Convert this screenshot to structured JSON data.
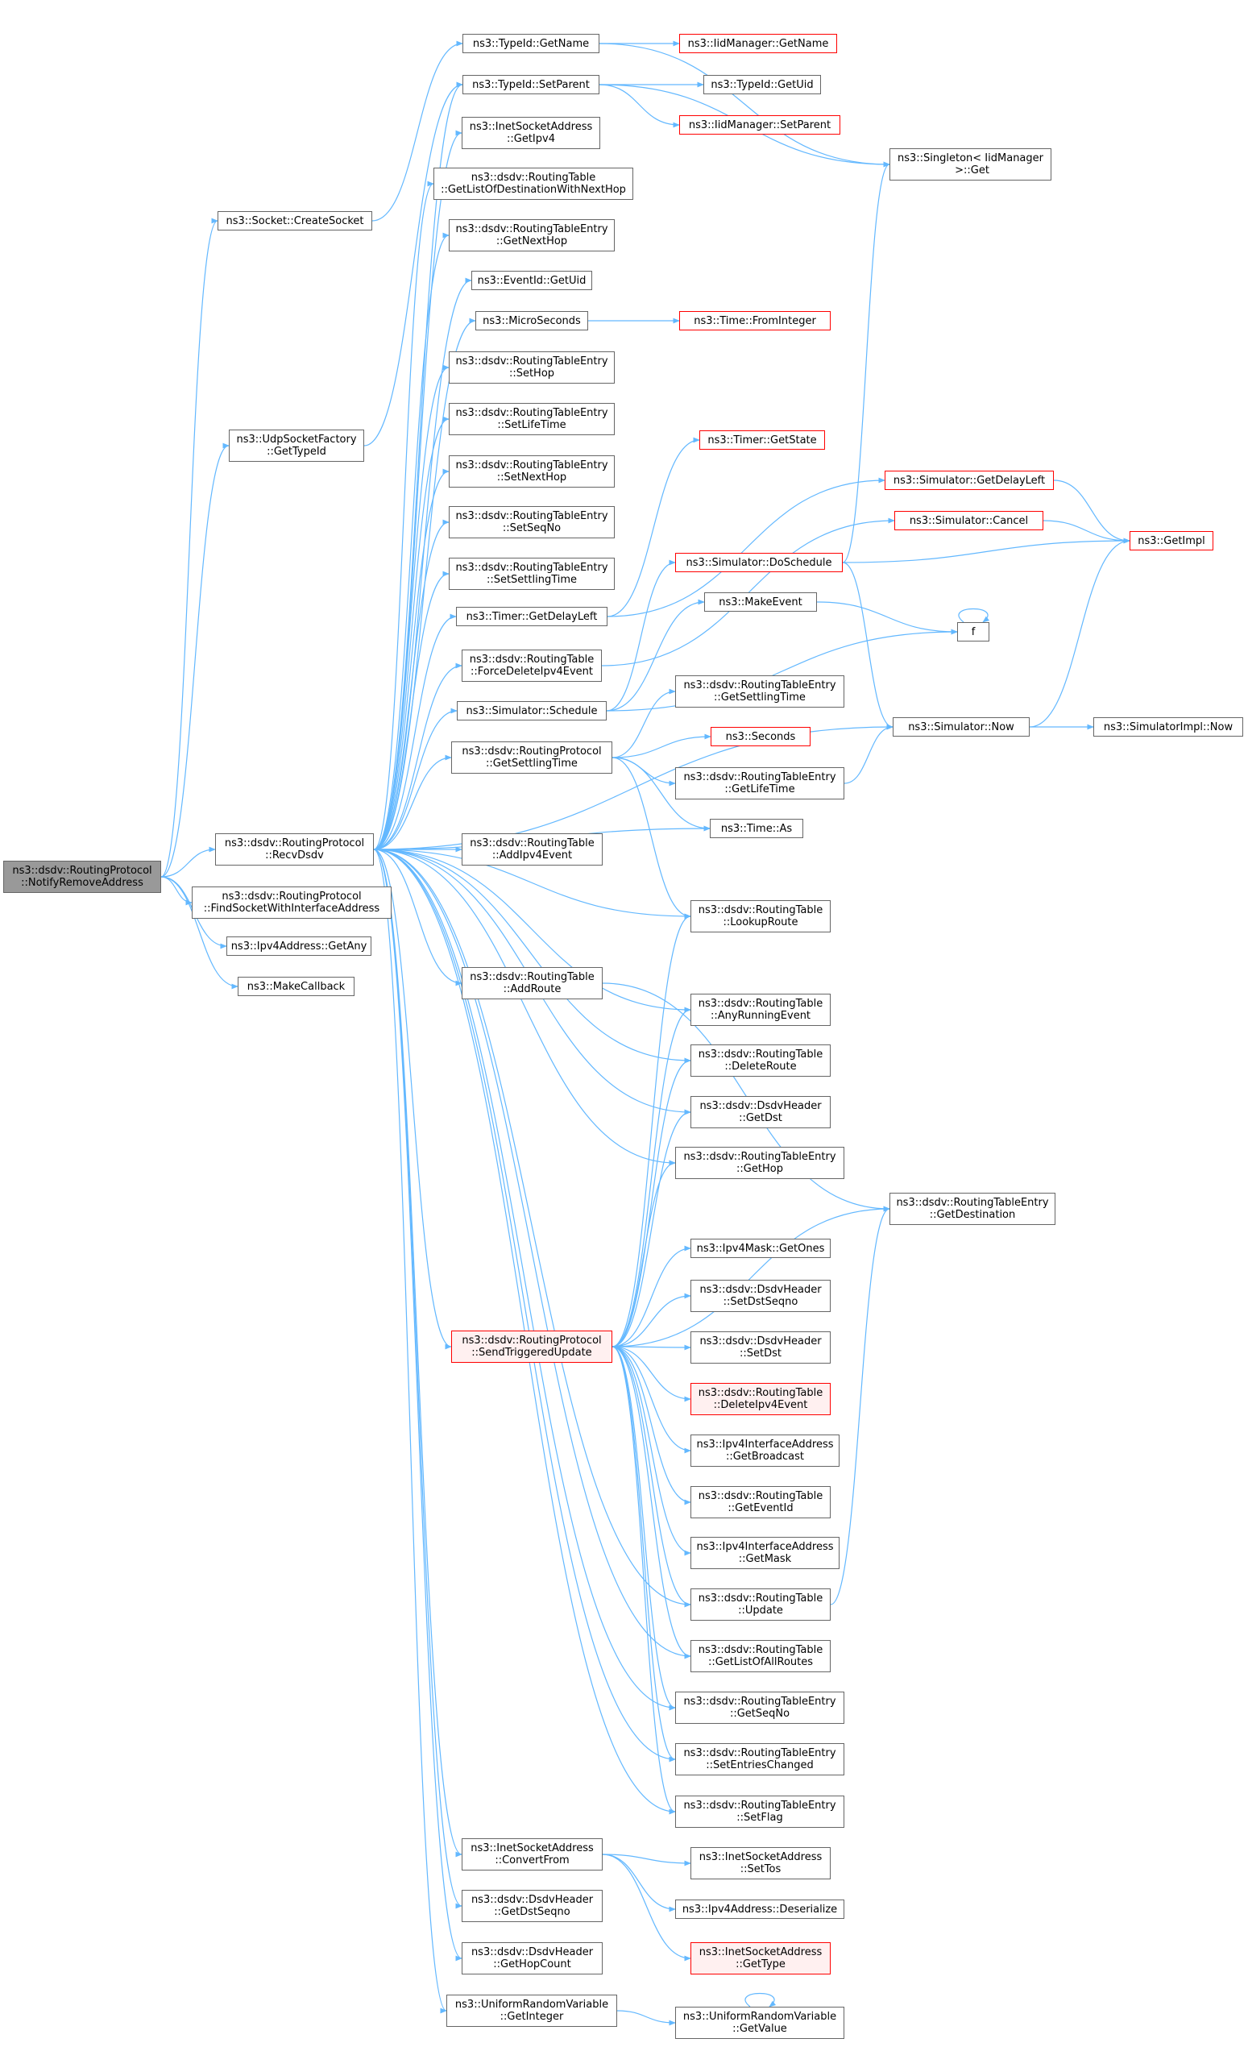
{
  "diagram": {
    "kind": "call-graph",
    "root": "n_root",
    "colors": {
      "edge": "#63b8ff",
      "box_border": "#666666",
      "box_red_border": "#ff0000",
      "root_fill": "#999999",
      "background": "#ffffff"
    },
    "nodes": [
      {
        "id": "n_root",
        "label": "ns3::dsdv::RoutingProtocol\n::NotifyRemoveAddress",
        "style": "root"
      },
      {
        "id": "n_createsocket",
        "label": "ns3::Socket::CreateSocket",
        "style": "normal"
      },
      {
        "id": "n_udpgettypeid",
        "label": "ns3::UdpSocketFactory\n::GetTypeId",
        "style": "normal"
      },
      {
        "id": "n_recvdsdv",
        "label": "ns3::dsdv::RoutingProtocol\n::RecvDsdv",
        "style": "normal"
      },
      {
        "id": "n_findsocket",
        "label": "ns3::dsdv::RoutingProtocol\n::FindSocketWithInterfaceAddress",
        "style": "normal"
      },
      {
        "id": "n_getany",
        "label": "ns3::Ipv4Address::GetAny",
        "style": "normal"
      },
      {
        "id": "n_makecallback",
        "label": "ns3::MakeCallback",
        "style": "normal"
      },
      {
        "id": "n_typeid_getname",
        "label": "ns3::TypeId::GetName",
        "style": "normal"
      },
      {
        "id": "n_typeid_setparent",
        "label": "ns3::TypeId::SetParent",
        "style": "normal"
      },
      {
        "id": "n_inet_getipv4",
        "label": "ns3::InetSocketAddress\n::GetIpv4",
        "style": "normal"
      },
      {
        "id": "n_getlistdestnexthop",
        "label": "ns3::dsdv::RoutingTable\n::GetListOfDestinationWithNextHop",
        "style": "normal"
      },
      {
        "id": "n_rte_getnexthop",
        "label": "ns3::dsdv::RoutingTableEntry\n::GetNextHop",
        "style": "normal"
      },
      {
        "id": "n_eventid_getuid",
        "label": "ns3::EventId::GetUid",
        "style": "normal"
      },
      {
        "id": "n_microseconds",
        "label": "ns3::MicroSeconds",
        "style": "normal"
      },
      {
        "id": "n_rte_sethop",
        "label": "ns3::dsdv::RoutingTableEntry\n::SetHop",
        "style": "normal"
      },
      {
        "id": "n_rte_setlifetime",
        "label": "ns3::dsdv::RoutingTableEntry\n::SetLifeTime",
        "style": "normal"
      },
      {
        "id": "n_rte_setnexthop",
        "label": "ns3::dsdv::RoutingTableEntry\n::SetNextHop",
        "style": "normal"
      },
      {
        "id": "n_rte_setseqno",
        "label": "ns3::dsdv::RoutingTableEntry\n::SetSeqNo",
        "style": "normal"
      },
      {
        "id": "n_rte_setsettling",
        "label": "ns3::dsdv::RoutingTableEntry\n::SetSettlingTime",
        "style": "normal"
      },
      {
        "id": "n_timer_getdelayleft",
        "label": "ns3::Timer::GetDelayLeft",
        "style": "normal"
      },
      {
        "id": "n_rt_forcedelete",
        "label": "ns3::dsdv::RoutingTable\n::ForceDeleteIpv4Event",
        "style": "normal"
      },
      {
        "id": "n_sim_schedule",
        "label": "ns3::Simulator::Schedule",
        "style": "normal"
      },
      {
        "id": "n_rp_getsettling",
        "label": "ns3::dsdv::RoutingProtocol\n::GetSettlingTime",
        "style": "normal"
      },
      {
        "id": "n_rt_addipv4event",
        "label": "ns3::dsdv::RoutingTable\n::AddIpv4Event",
        "style": "normal"
      },
      {
        "id": "n_rt_addroute",
        "label": "ns3::dsdv::RoutingTable\n::AddRoute",
        "style": "normal"
      },
      {
        "id": "n_rp_sendtriggered",
        "label": "ns3::dsdv::RoutingProtocol\n::SendTriggeredUpdate",
        "style": "red-fill"
      },
      {
        "id": "n_inet_convertfrom",
        "label": "ns3::InetSocketAddress\n::ConvertFrom",
        "style": "normal"
      },
      {
        "id": "n_dh_getdstseqno",
        "label": "ns3::dsdv::DsdvHeader\n::GetDstSeqno",
        "style": "normal"
      },
      {
        "id": "n_dh_gethopcount",
        "label": "ns3::dsdv::DsdvHeader\n::GetHopCount",
        "style": "normal"
      },
      {
        "id": "n_urv_getinteger",
        "label": "ns3::UniformRandomVariable\n::GetInteger",
        "style": "normal"
      },
      {
        "id": "n_iid_getname",
        "label": "ns3::IidManager::GetName",
        "style": "red"
      },
      {
        "id": "n_typeid_getuid",
        "label": "ns3::TypeId::GetUid",
        "style": "normal"
      },
      {
        "id": "n_iid_setparent",
        "label": "ns3::IidManager::SetParent",
        "style": "red"
      },
      {
        "id": "n_singleton_get",
        "label": "ns3::Singleton< IidManager\n >::Get",
        "style": "normal"
      },
      {
        "id": "n_time_frominteger",
        "label": "ns3::Time::FromInteger",
        "style": "red"
      },
      {
        "id": "n_timer_getstate",
        "label": "ns3::Timer::GetState",
        "style": "red"
      },
      {
        "id": "n_sim_getdelayleft",
        "label": "ns3::Simulator::GetDelayLeft",
        "style": "red"
      },
      {
        "id": "n_sim_cancel",
        "label": "ns3::Simulator::Cancel",
        "style": "red"
      },
      {
        "id": "n_sim_doschedule",
        "label": "ns3::Simulator::DoSchedule",
        "style": "red"
      },
      {
        "id": "n_makeevent",
        "label": "ns3::MakeEvent",
        "style": "normal"
      },
      {
        "id": "n_f",
        "label": "f",
        "style": "normal"
      },
      {
        "id": "n_getimpl",
        "label": "ns3::GetImpl",
        "style": "red"
      },
      {
        "id": "n_rte_getsettling",
        "label": "ns3::dsdv::RoutingTableEntry\n::GetSettlingTime",
        "style": "normal"
      },
      {
        "id": "n_seconds",
        "label": "ns3::Seconds",
        "style": "red"
      },
      {
        "id": "n_rte_getlifetime",
        "label": "ns3::dsdv::RoutingTableEntry\n::GetLifeTime",
        "style": "normal"
      },
      {
        "id": "n_time_as",
        "label": "ns3::Time::As",
        "style": "normal"
      },
      {
        "id": "n_sim_now",
        "label": "ns3::Simulator::Now",
        "style": "normal"
      },
      {
        "id": "n_simimpl_now",
        "label": "ns3::SimulatorImpl::Now",
        "style": "normal"
      },
      {
        "id": "n_rt_lookuproute",
        "label": "ns3::dsdv::RoutingTable\n::LookupRoute",
        "style": "normal"
      },
      {
        "id": "n_rt_anyrunning",
        "label": "ns3::dsdv::RoutingTable\n::AnyRunningEvent",
        "style": "normal"
      },
      {
        "id": "n_rt_deleteroute",
        "label": "ns3::dsdv::RoutingTable\n::DeleteRoute",
        "style": "normal"
      },
      {
        "id": "n_dh_getdst",
        "label": "ns3::dsdv::DsdvHeader\n::GetDst",
        "style": "normal"
      },
      {
        "id": "n_rte_gethop",
        "label": "ns3::dsdv::RoutingTableEntry\n::GetHop",
        "style": "normal"
      },
      {
        "id": "n_rte_getdestination",
        "label": "ns3::dsdv::RoutingTableEntry\n::GetDestination",
        "style": "normal"
      },
      {
        "id": "n_ipv4mask_getones",
        "label": "ns3::Ipv4Mask::GetOnes",
        "style": "normal"
      },
      {
        "id": "n_dh_setdstseqno",
        "label": "ns3::dsdv::DsdvHeader\n::SetDstSeqno",
        "style": "normal"
      },
      {
        "id": "n_dh_setdst",
        "label": "ns3::dsdv::DsdvHeader\n::SetDst",
        "style": "normal"
      },
      {
        "id": "n_rt_deleteipv4event",
        "label": "ns3::dsdv::RoutingTable\n::DeleteIpv4Event",
        "style": "red-fill"
      },
      {
        "id": "n_ipv4if_getbroadcast",
        "label": "ns3::Ipv4InterfaceAddress\n::GetBroadcast",
        "style": "normal"
      },
      {
        "id": "n_rt_geteventid",
        "label": "ns3::dsdv::RoutingTable\n::GetEventId",
        "style": "normal"
      },
      {
        "id": "n_ipv4if_getmask",
        "label": "ns3::Ipv4InterfaceAddress\n::GetMask",
        "style": "normal"
      },
      {
        "id": "n_rt_update",
        "label": "ns3::dsdv::RoutingTable\n::Update",
        "style": "normal"
      },
      {
        "id": "n_rt_getlistall",
        "label": "ns3::dsdv::RoutingTable\n::GetListOfAllRoutes",
        "style": "normal"
      },
      {
        "id": "n_rte_getseqno",
        "label": "ns3::dsdv::RoutingTableEntry\n::GetSeqNo",
        "style": "normal"
      },
      {
        "id": "n_rte_setentrieschanged",
        "label": "ns3::dsdv::RoutingTableEntry\n::SetEntriesChanged",
        "style": "normal"
      },
      {
        "id": "n_rte_setflag",
        "label": "ns3::dsdv::RoutingTableEntry\n::SetFlag",
        "style": "normal"
      },
      {
        "id": "n_inet_settos",
        "label": "ns3::InetSocketAddress\n::SetTos",
        "style": "normal"
      },
      {
        "id": "n_ipv4_deserialize",
        "label": "ns3::Ipv4Address::Deserialize",
        "style": "normal"
      },
      {
        "id": "n_inet_gettype",
        "label": "ns3::InetSocketAddress\n::GetType",
        "style": "red-fill"
      },
      {
        "id": "n_urv_getvalue",
        "label": "ns3::UniformRandomVariable\n::GetValue",
        "style": "normal"
      }
    ],
    "edges": [
      [
        "n_root",
        "n_createsocket"
      ],
      [
        "n_root",
        "n_udpgettypeid"
      ],
      [
        "n_root",
        "n_recvdsdv"
      ],
      [
        "n_root",
        "n_findsocket"
      ],
      [
        "n_root",
        "n_getany"
      ],
      [
        "n_root",
        "n_makecallback"
      ],
      [
        "n_createsocket",
        "n_typeid_getname"
      ],
      [
        "n_udpgettypeid",
        "n_typeid_setparent"
      ],
      [
        "n_typeid_getname",
        "n_iid_getname"
      ],
      [
        "n_typeid_getname",
        "n_singleton_get"
      ],
      [
        "n_typeid_setparent",
        "n_typeid_getuid"
      ],
      [
        "n_typeid_setparent",
        "n_iid_setparent"
      ],
      [
        "n_typeid_setparent",
        "n_singleton_get"
      ],
      [
        "n_recvdsdv",
        "n_typeid_setparent"
      ],
      [
        "n_recvdsdv",
        "n_inet_getipv4"
      ],
      [
        "n_recvdsdv",
        "n_getlistdestnexthop"
      ],
      [
        "n_recvdsdv",
        "n_rte_getnexthop"
      ],
      [
        "n_recvdsdv",
        "n_eventid_getuid"
      ],
      [
        "n_recvdsdv",
        "n_microseconds"
      ],
      [
        "n_recvdsdv",
        "n_rte_sethop"
      ],
      [
        "n_recvdsdv",
        "n_rte_setlifetime"
      ],
      [
        "n_recvdsdv",
        "n_rte_setnexthop"
      ],
      [
        "n_recvdsdv",
        "n_rte_setseqno"
      ],
      [
        "n_recvdsdv",
        "n_rte_setsettling"
      ],
      [
        "n_recvdsdv",
        "n_timer_getdelayleft"
      ],
      [
        "n_recvdsdv",
        "n_rt_forcedelete"
      ],
      [
        "n_recvdsdv",
        "n_sim_schedule"
      ],
      [
        "n_recvdsdv",
        "n_rp_getsettling"
      ],
      [
        "n_recvdsdv",
        "n_time_as"
      ],
      [
        "n_recvdsdv",
        "n_sim_now"
      ],
      [
        "n_recvdsdv",
        "n_rt_addipv4event"
      ],
      [
        "n_recvdsdv",
        "n_rt_lookuproute"
      ],
      [
        "n_recvdsdv",
        "n_rt_addroute"
      ],
      [
        "n_recvdsdv",
        "n_rt_anyrunning"
      ],
      [
        "n_recvdsdv",
        "n_rt_deleteroute"
      ],
      [
        "n_recvdsdv",
        "n_dh_getdst"
      ],
      [
        "n_recvdsdv",
        "n_rte_gethop"
      ],
      [
        "n_recvdsdv",
        "n_rp_sendtriggered"
      ],
      [
        "n_recvdsdv",
        "n_rt_update"
      ],
      [
        "n_recvdsdv",
        "n_rt_getlistall"
      ],
      [
        "n_recvdsdv",
        "n_rte_getseqno"
      ],
      [
        "n_recvdsdv",
        "n_rte_setentrieschanged"
      ],
      [
        "n_recvdsdv",
        "n_rte_setflag"
      ],
      [
        "n_recvdsdv",
        "n_inet_convertfrom"
      ],
      [
        "n_recvdsdv",
        "n_dh_getdstseqno"
      ],
      [
        "n_recvdsdv",
        "n_dh_gethopcount"
      ],
      [
        "n_recvdsdv",
        "n_urv_getinteger"
      ],
      [
        "n_microseconds",
        "n_time_frominteger"
      ],
      [
        "n_timer_getdelayleft",
        "n_timer_getstate"
      ],
      [
        "n_timer_getdelayleft",
        "n_sim_getdelayleft"
      ],
      [
        "n_rt_forcedelete",
        "n_sim_cancel"
      ],
      [
        "n_sim_schedule",
        "n_sim_doschedule"
      ],
      [
        "n_sim_schedule",
        "n_makeevent"
      ],
      [
        "n_sim_schedule",
        "n_f"
      ],
      [
        "n_rp_getsettling",
        "n_rte_getsettling"
      ],
      [
        "n_rp_getsettling",
        "n_seconds"
      ],
      [
        "n_rp_getsettling",
        "n_rte_getlifetime"
      ],
      [
        "n_rp_getsettling",
        "n_time_as"
      ],
      [
        "n_rp_getsettling",
        "n_rt_lookuproute"
      ],
      [
        "n_sim_getdelayleft",
        "n_getimpl"
      ],
      [
        "n_sim_cancel",
        "n_getimpl"
      ],
      [
        "n_sim_doschedule",
        "n_getimpl"
      ],
      [
        "n_sim_doschedule",
        "n_singleton_get"
      ],
      [
        "n_sim_doschedule",
        "n_sim_now"
      ],
      [
        "n_makeevent",
        "n_f"
      ],
      [
        "n_f",
        "n_f"
      ],
      [
        "n_rte_getlifetime",
        "n_sim_now"
      ],
      [
        "n_sim_now",
        "n_getimpl"
      ],
      [
        "n_sim_now",
        "n_simimpl_now"
      ],
      [
        "n_rt_addroute",
        "n_rte_getdestination"
      ],
      [
        "n_rp_sendtriggered",
        "n_rt_lookuproute"
      ],
      [
        "n_rp_sendtriggered",
        "n_rt_anyrunning"
      ],
      [
        "n_rp_sendtriggered",
        "n_rt_deleteroute"
      ],
      [
        "n_rp_sendtriggered",
        "n_dh_getdst"
      ],
      [
        "n_rp_sendtriggered",
        "n_rte_gethop"
      ],
      [
        "n_rp_sendtriggered",
        "n_rte_getdestination"
      ],
      [
        "n_rp_sendtriggered",
        "n_ipv4mask_getones"
      ],
      [
        "n_rp_sendtriggered",
        "n_dh_setdstseqno"
      ],
      [
        "n_rp_sendtriggered",
        "n_dh_setdst"
      ],
      [
        "n_rp_sendtriggered",
        "n_rt_deleteipv4event"
      ],
      [
        "n_rp_sendtriggered",
        "n_ipv4if_getbroadcast"
      ],
      [
        "n_rp_sendtriggered",
        "n_rt_geteventid"
      ],
      [
        "n_rp_sendtriggered",
        "n_ipv4if_getmask"
      ],
      [
        "n_rp_sendtriggered",
        "n_rt_update"
      ],
      [
        "n_rp_sendtriggered",
        "n_rt_getlistall"
      ],
      [
        "n_rp_sendtriggered",
        "n_rte_getseqno"
      ],
      [
        "n_rp_sendtriggered",
        "n_rte_setentrieschanged"
      ],
      [
        "n_rp_sendtriggered",
        "n_rte_setflag"
      ],
      [
        "n_rt_update",
        "n_rte_getdestination"
      ],
      [
        "n_inet_convertfrom",
        "n_inet_settos"
      ],
      [
        "n_inet_convertfrom",
        "n_ipv4_deserialize"
      ],
      [
        "n_inet_convertfrom",
        "n_inet_gettype"
      ],
      [
        "n_urv_getinteger",
        "n_urv_getvalue"
      ],
      [
        "n_urv_getvalue",
        "n_urv_getvalue"
      ]
    ]
  }
}
